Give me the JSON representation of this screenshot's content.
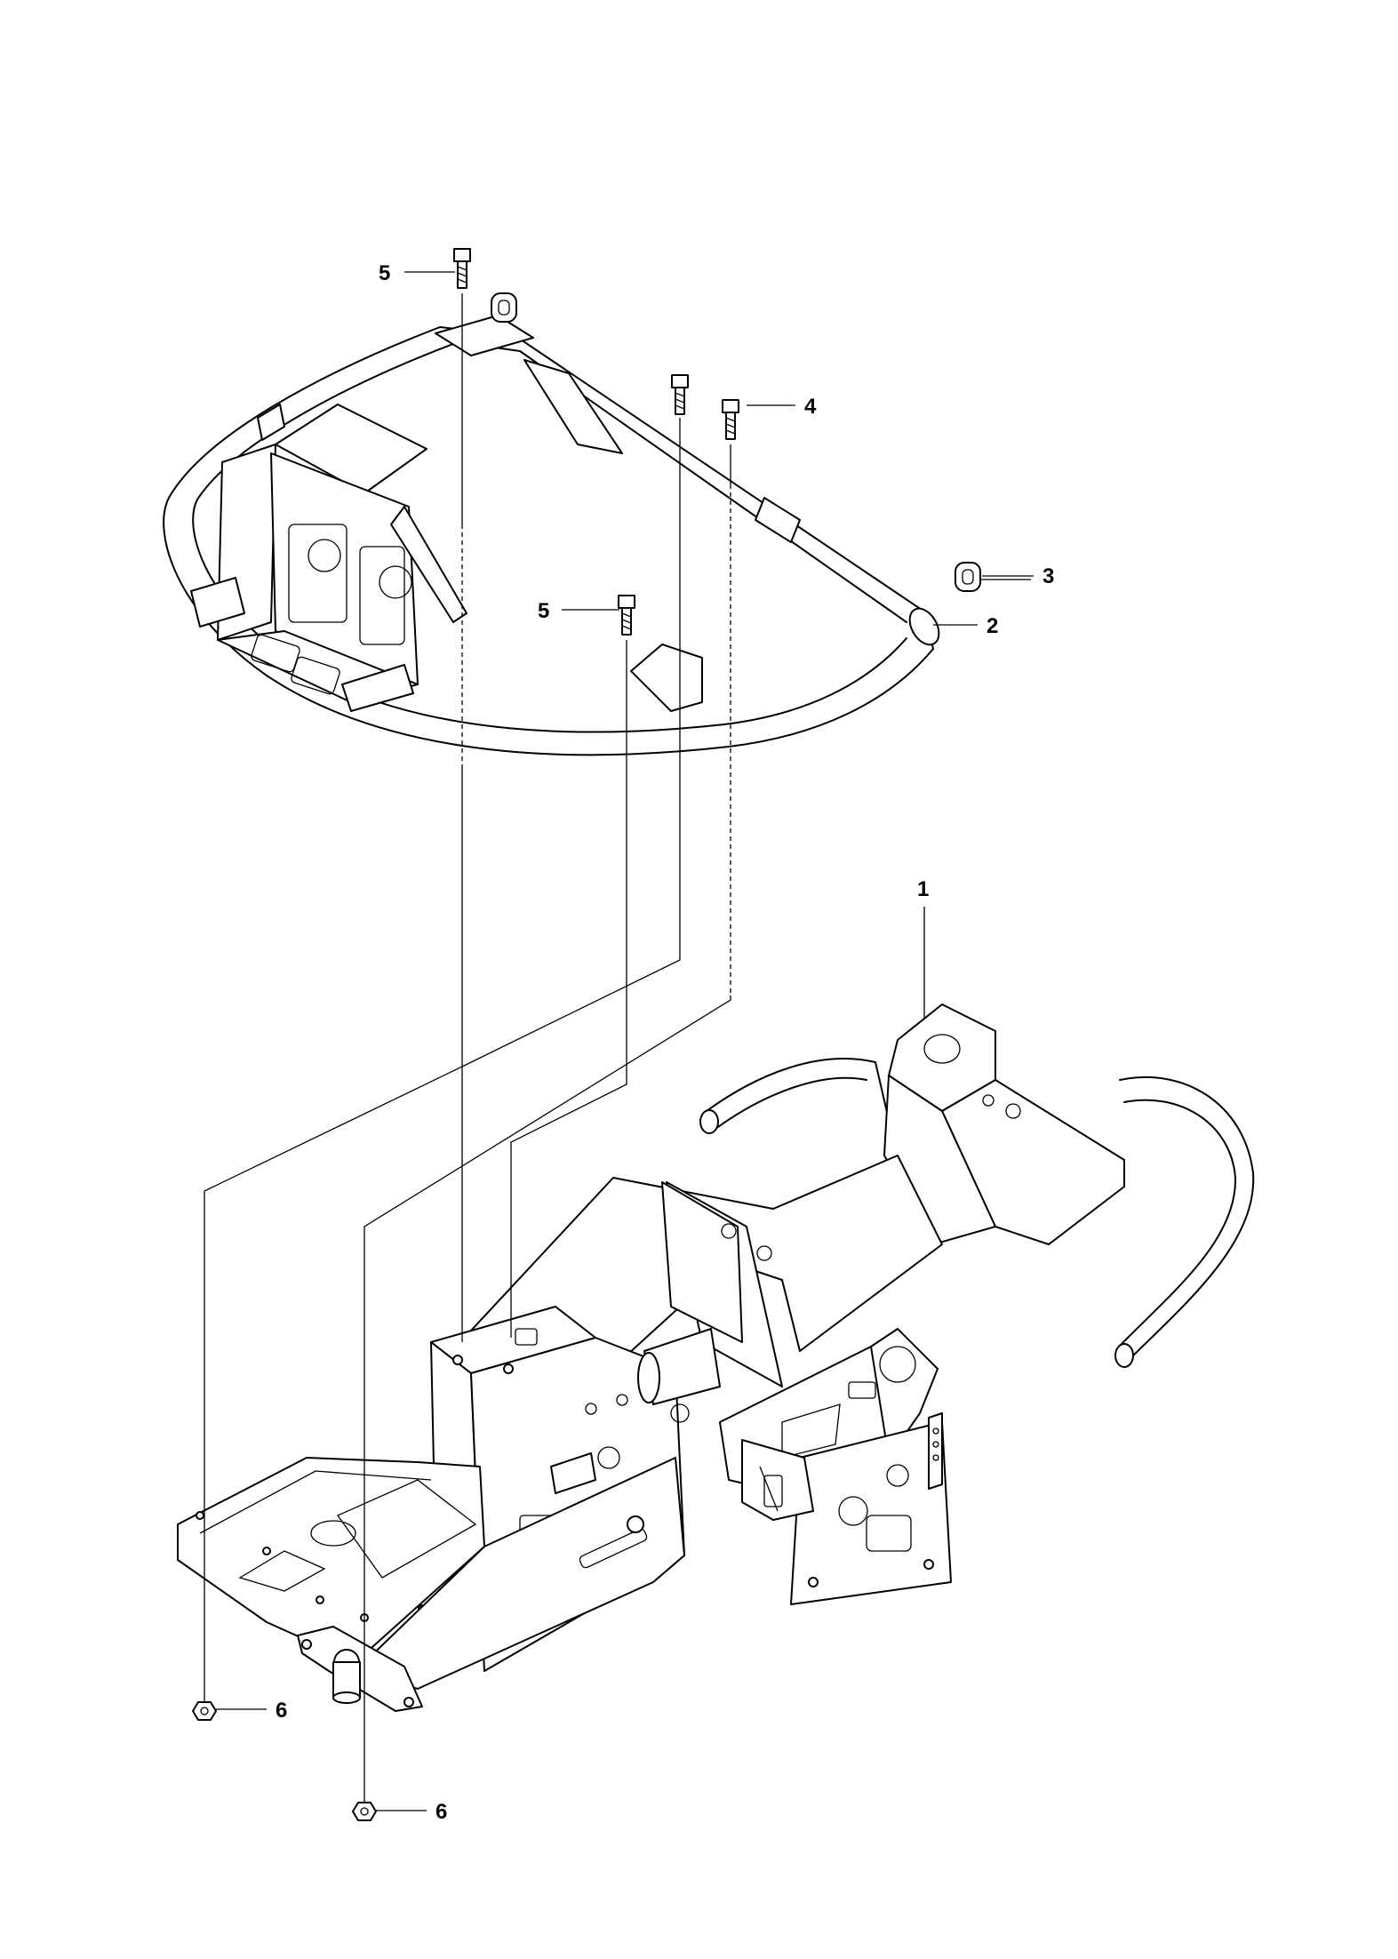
{
  "diagram": {
    "callouts": [
      {
        "id": "c5a",
        "label": "5"
      },
      {
        "id": "c4",
        "label": "4"
      },
      {
        "id": "c3",
        "label": "3"
      },
      {
        "id": "c2",
        "label": "2"
      },
      {
        "id": "c5b",
        "label": "5"
      },
      {
        "id": "c1",
        "label": "1"
      },
      {
        "id": "c6a",
        "label": "6"
      },
      {
        "id": "c6b",
        "label": "6"
      }
    ]
  }
}
